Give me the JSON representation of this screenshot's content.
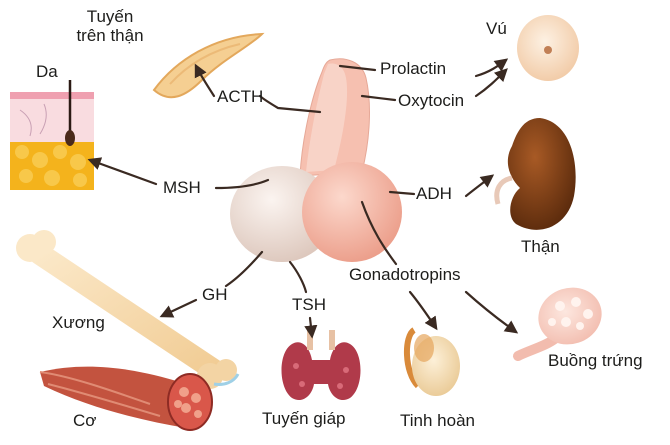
{
  "hormones": {
    "acth": "ACTH",
    "prolactin": "Prolactin",
    "oxytocin": "Oxytocin",
    "msh": "MSH",
    "adh": "ADH",
    "gh": "GH",
    "tsh": "TSH",
    "gonadotropins": "Gonadotropins"
  },
  "organs": {
    "adrenal_line1": "Tuyến",
    "adrenal_line2": "trên thận",
    "breast": "Vú",
    "skin": "Da",
    "kidney": "Thận",
    "bone": "Xương",
    "muscle": "Cơ",
    "thyroid": "Tuyến giáp",
    "testis": "Tinh hoàn",
    "ovary": "Buồng trứng"
  },
  "colors": {
    "arrow": "#3a2a22",
    "gland_anterior": "#f1e3dc",
    "gland_posterior": "#f4b8a9",
    "kidney": "#7a3e16",
    "thyroid": "#b03a4a",
    "muscle": "#b7433a"
  }
}
